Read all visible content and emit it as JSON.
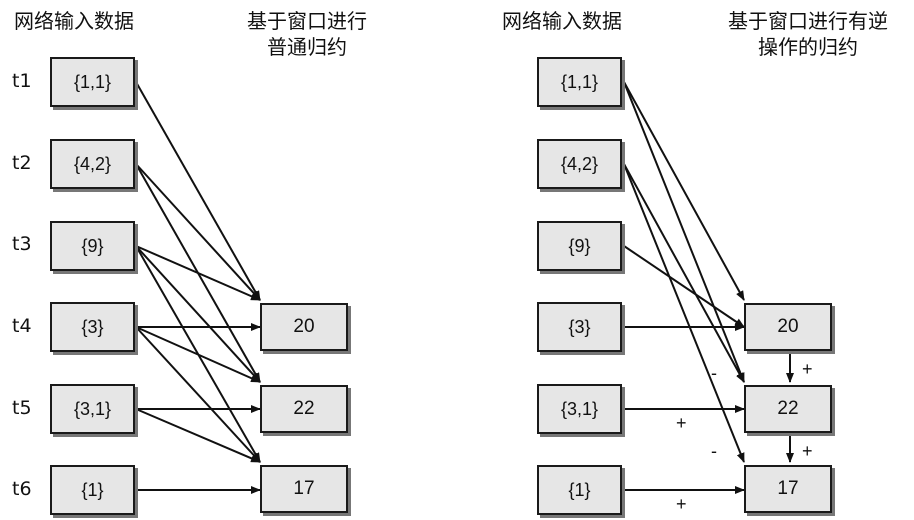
{
  "left_panel": {
    "input_header": "网络输入数据",
    "output_header_line1": "基于窗口进行",
    "output_header_line2": "普通归约",
    "inputs": [
      "{1,1}",
      "{4,2}",
      "{9}",
      "{3}",
      "{3,1}",
      "{1}"
    ],
    "outputs": [
      "20",
      "22",
      "17"
    ]
  },
  "right_panel": {
    "input_header": "网络输入数据",
    "output_header_line1": "基于窗口进行有逆",
    "output_header_line2": "操作的归约",
    "inputs": [
      "{1,1}",
      "{4,2}",
      "{9}",
      "{3}",
      "{3,1}",
      "{1}"
    ],
    "outputs": [
      "20",
      "22",
      "17"
    ],
    "signs": [
      "+",
      "+",
      "-",
      "+",
      "-",
      "+"
    ]
  },
  "time_labels": [
    "t1",
    "t2",
    "t3",
    "t4",
    "t5",
    "t6"
  ]
}
